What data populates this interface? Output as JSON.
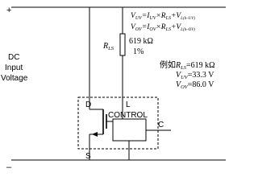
{
  "terminals": {
    "plus": "+",
    "minus": "–"
  },
  "source": {
    "line1": "DC",
    "line2": "Input",
    "line3": "Voltage"
  },
  "equations": {
    "uv": {
      "lhs": "V",
      "lhs_sub": "UV",
      "eq_mid": "=I",
      "i_sub": "UV",
      "times": "×R",
      "r_sub": "LS",
      "plus_v": "+V",
      "v_sub": "L(h–UV)"
    },
    "ov": {
      "lhs": "V",
      "lhs_sub": "OV",
      "eq_mid": "=I",
      "i_sub": "OV",
      "times": "×R",
      "r_sub": "LS",
      "plus_v": "+V",
      "v_sub": "L(h–OV)"
    }
  },
  "resistor": {
    "name": "R",
    "name_sub": "LS",
    "value": "619 kΩ",
    "tolerance": "1%"
  },
  "example": {
    "prefix": "例如",
    "r_name": "R",
    "r_sub": "LS",
    "r_value": "=619 kΩ",
    "vuv_name": "V",
    "vuv_sub": "UV",
    "vuv_value": "=33.3 V",
    "vov_name": "V",
    "vov_sub": "OV",
    "vov_value": "=86.0 V"
  },
  "pins": {
    "d": "D",
    "l": "L",
    "c": "C",
    "s": "S"
  },
  "control": {
    "label": "CONTROL"
  }
}
